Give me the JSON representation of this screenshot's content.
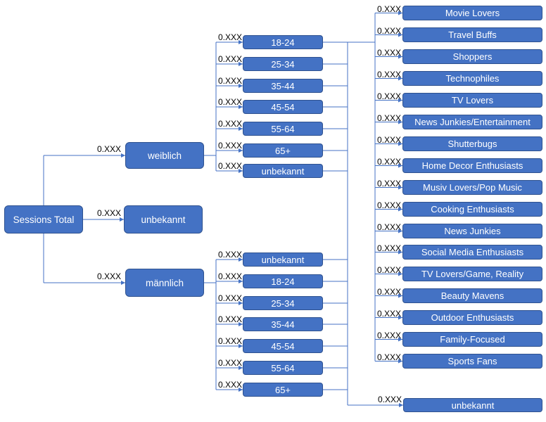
{
  "nodes": {
    "root": "Sessions Total",
    "weiblich": "weiblich",
    "unbekannt_gender": "unbekannt",
    "maennlich": "männlich"
  },
  "weight_label": "0.XXX",
  "female_ages": [
    "18-24",
    "25-34",
    "35-44",
    "45-54",
    "55-64",
    "65+",
    "unbekannt"
  ],
  "male_ages": [
    "unbekannt",
    "18-24",
    "25-34",
    "35-44",
    "45-54",
    "55-64",
    "65+"
  ],
  "interests": [
    "Movie Lovers",
    "Travel Buffs",
    "Shoppers",
    "Technophiles",
    "TV Lovers",
    "News Junkies/Entertainment",
    "Shutterbugs",
    "Home Decor Enthusiasts",
    "Musiv Lovers/Pop Music",
    "Cooking Enthusiasts",
    "News Junkies",
    "Social Media Enthusiasts",
    "TV Lovers/Game, Reality",
    "Beauty Mavens",
    "Outdoor Enthusiasts",
    "Family-Focused",
    "Sports Fans"
  ],
  "interest_unknown": "unbekannt",
  "colors": {
    "node_fill": "#4472c4",
    "node_border": "#2f528f",
    "connector": "#4472c4"
  }
}
